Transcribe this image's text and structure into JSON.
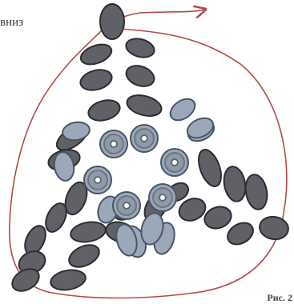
{
  "text": {
    "side_label": "вниз",
    "figure_caption": "Рис. 2"
  },
  "colors": {
    "paper": "#ffffff",
    "loop_line": "#b24a48",
    "dark_pebble": "#5f6167",
    "dark_pebble_edge": "#2c2d31",
    "light_pebble": "#9ba8ba",
    "light_pebble_edge": "#4b5563",
    "ring_fill": "#8f9aa8",
    "ring_center": "#ffffff"
  },
  "diagram": {
    "description_kind": "pebbles arranged in a triangular pattern enclosed by a looping arrow",
    "dark_pebble_count": 33,
    "light_pebble_count": 10,
    "ring_pebble_count": 6,
    "arrow": "arrow-curved"
  }
}
